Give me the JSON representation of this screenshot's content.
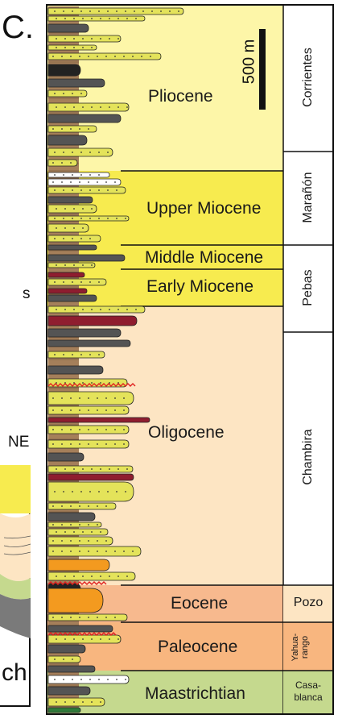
{
  "panel_label": "C.",
  "left_panel_fragments": {
    "s_fragment": "s",
    "ne_fragment": "NE",
    "ch_fragment": "ch"
  },
  "scale_bar": {
    "label": "500 m"
  },
  "epochs": [
    {
      "name": "Pliocene",
      "fill": "#fdf6a8"
    },
    {
      "name": "Upper Miocene",
      "fill": "#f7eb4f"
    },
    {
      "name": "Middle Miocene",
      "fill": "#f7eb4f"
    },
    {
      "name": "Early Miocene",
      "fill": "#f7eb4f"
    },
    {
      "name": "Oligocene",
      "fill": "#fde5c3"
    },
    {
      "name": "Eocene",
      "fill": "#f7b98e"
    },
    {
      "name": "Paleocene",
      "fill": "#f8b67f"
    },
    {
      "name": "Maastrichtian",
      "fill": "#c5d98e"
    }
  ],
  "formations": [
    {
      "name": "Corrientes"
    },
    {
      "name": "Marañón"
    },
    {
      "name": "Pebas"
    },
    {
      "name": "Chambira"
    },
    {
      "name": "Pozo"
    },
    {
      "name": "Yahua-\nrango",
      "lines": [
        "Yahua-",
        "rango"
      ]
    },
    {
      "name": "Casa-\nblanca",
      "lines": [
        "Casa-",
        "blanca"
      ]
    }
  ],
  "colors": {
    "sandstone": "#e4e35a",
    "mudstone_brown": "#a57f5a",
    "shale_gray": "#545454",
    "red_bed": "#8f1d2f",
    "orange_bed": "#f39a1f",
    "green_bed": "#2f7a3a",
    "white_bed": "#ffffff"
  }
}
